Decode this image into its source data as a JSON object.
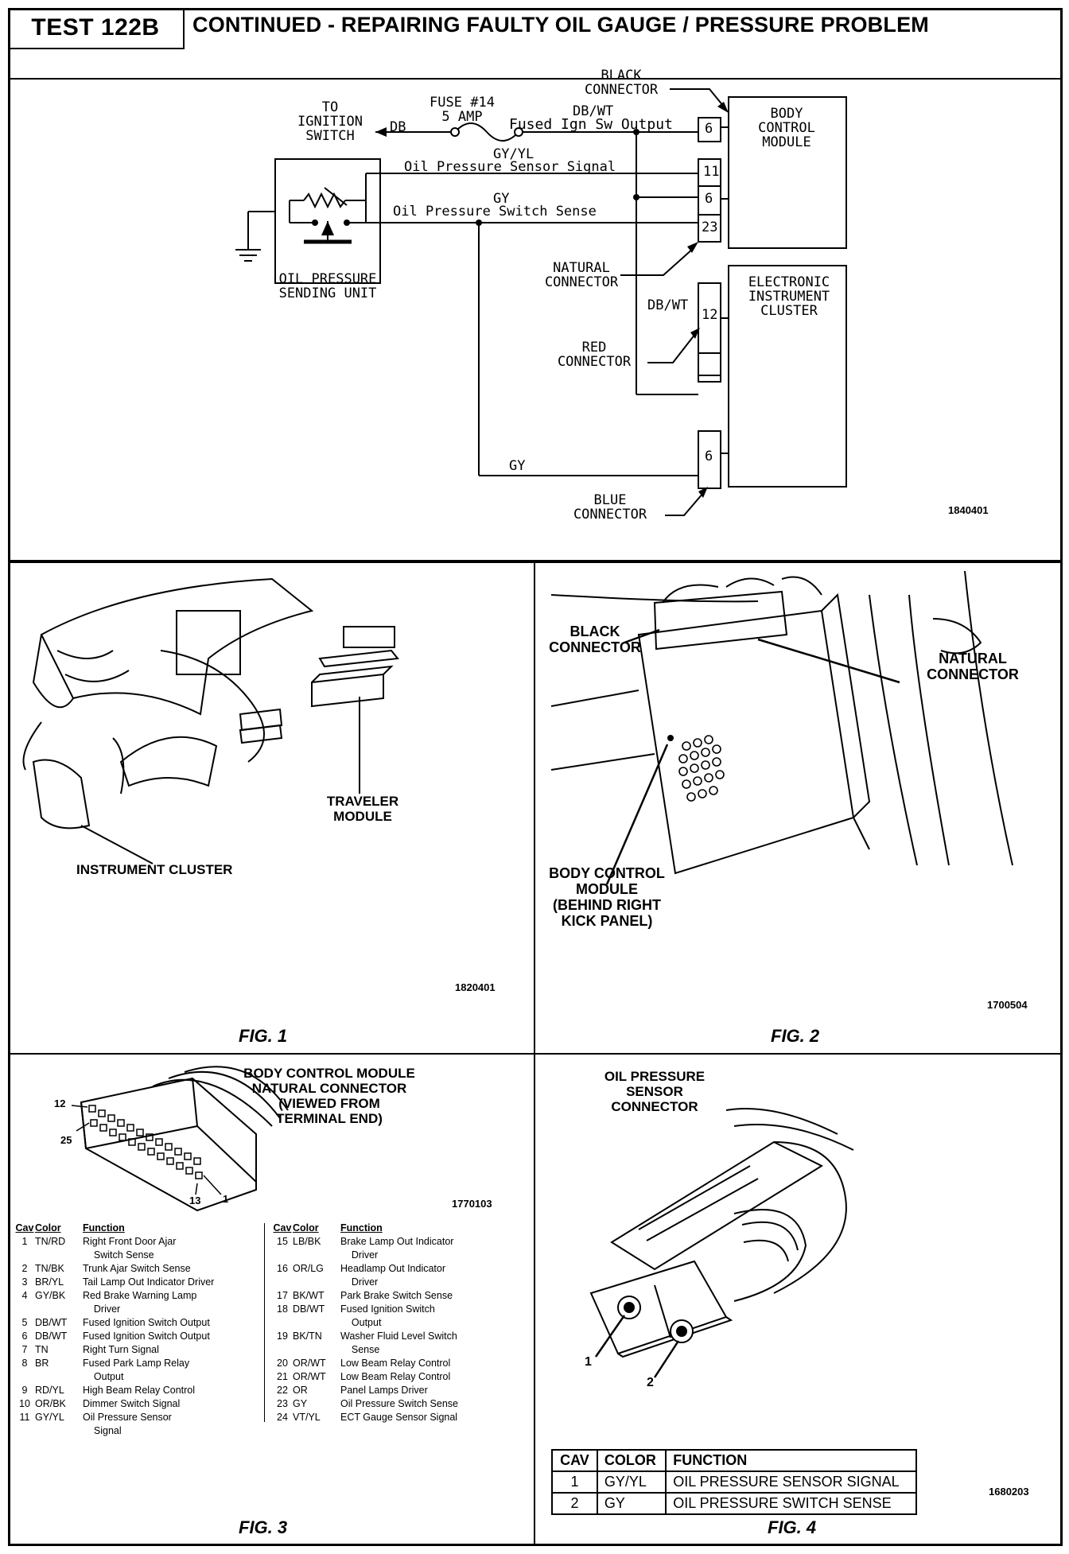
{
  "header": {
    "test_id": "TEST 122B",
    "title": "CONTINUED - REPAIRING FAULTY OIL GAUGE / PRESSURE PROBLEM"
  },
  "schematic": {
    "to_ignition_switch": [
      "TO",
      "IGNITION",
      "SWITCH"
    ],
    "db_label": "DB",
    "fuse": [
      "FUSE #14",
      "5 AMP"
    ],
    "black_connector": [
      "BLACK",
      "CONNECTOR"
    ],
    "db_wt_top": "DB/WT",
    "fused_output": "Fused Ign Sw Output",
    "gy_yl": "GY/YL",
    "oil_sensor_signal": "Oil Pressure Sensor Signal",
    "gy_mid": "GY",
    "oil_switch_sense": "Oil Pressure Switch Sense",
    "bcm": [
      "BODY",
      "CONTROL",
      "MODULE"
    ],
    "pin_6_top": "6",
    "pin_11": "11",
    "pin_6_mid": "6",
    "pin_23": "23",
    "natural_connector": [
      "NATURAL",
      "CONNECTOR"
    ],
    "oil_sending_unit": [
      "OIL PRESSURE",
      "SENDING UNIT"
    ],
    "eic": [
      "ELECTRONIC",
      "INSTRUMENT",
      "CLUSTER"
    ],
    "db_wt_eic": "DB/WT",
    "pin_12": "12",
    "red_connector": [
      "RED",
      "CONNECTOR"
    ],
    "gy_bottom": "GY",
    "pin_6_bottom": "6",
    "blue_connector": [
      "BLUE",
      "CONNECTOR"
    ],
    "ref": "1840401"
  },
  "fig1": {
    "caption": "FIG. 1",
    "traveler_module": [
      "TRAVELER",
      "MODULE"
    ],
    "instrument_cluster": "INSTRUMENT CLUSTER",
    "ref": "1820401"
  },
  "fig2": {
    "caption": "FIG. 2",
    "black_connector": [
      "BLACK",
      "CONNECTOR"
    ],
    "natural_connector": [
      "NATURAL",
      "CONNECTOR"
    ],
    "bcm_label": [
      "BODY CONTROL",
      "MODULE",
      "(BEHIND RIGHT",
      "KICK PANEL)"
    ],
    "ref": "1700504"
  },
  "fig3": {
    "caption": "FIG. 3",
    "title": [
      "BODY CONTROL MODULE",
      "NATURAL CONNECTOR",
      "(VIEWED FROM",
      "TERMINAL END)"
    ],
    "callout_12": "12",
    "callout_25": "25",
    "callout_13": "13",
    "callout_1": "1",
    "ref": "1770103",
    "headers": {
      "cav": "Cav",
      "color": "Color",
      "function": "Function"
    },
    "left_rows": [
      {
        "cav": "1",
        "color": "TN/RD",
        "function": "Right Front Door Ajar"
      },
      {
        "cav": "",
        "color": "",
        "function": "    Switch Sense"
      },
      {
        "cav": "2",
        "color": "TN/BK",
        "function": "Trunk Ajar Switch Sense"
      },
      {
        "cav": "3",
        "color": "BR/YL",
        "function": "Tail Lamp Out Indicator Driver"
      },
      {
        "cav": "4",
        "color": "GY/BK",
        "function": "Red Brake Warning Lamp"
      },
      {
        "cav": "",
        "color": "",
        "function": "    Driver"
      },
      {
        "cav": "5",
        "color": "DB/WT",
        "function": "Fused Ignition Switch Output"
      },
      {
        "cav": "6",
        "color": "DB/WT",
        "function": "Fused Ignition Switch Output"
      },
      {
        "cav": "7",
        "color": "TN",
        "function": "Right Turn Signal"
      },
      {
        "cav": "8",
        "color": "BR",
        "function": "Fused Park Lamp Relay"
      },
      {
        "cav": "",
        "color": "",
        "function": "    Output"
      },
      {
        "cav": "9",
        "color": "RD/YL",
        "function": "High Beam Relay Control"
      },
      {
        "cav": "10",
        "color": "OR/BK",
        "function": "Dimmer Switch Signal"
      },
      {
        "cav": "11",
        "color": "GY/YL",
        "function": "Oil Pressure Sensor"
      },
      {
        "cav": "",
        "color": "",
        "function": "    Signal"
      }
    ],
    "right_rows": [
      {
        "cav": "15",
        "color": "LB/BK",
        "function": "Brake Lamp Out Indicator"
      },
      {
        "cav": "",
        "color": "",
        "function": "    Driver"
      },
      {
        "cav": "16",
        "color": "OR/LG",
        "function": "Headlamp Out Indicator"
      },
      {
        "cav": "",
        "color": "",
        "function": "    Driver"
      },
      {
        "cav": "17",
        "color": "BK/WT",
        "function": "Park Brake Switch Sense"
      },
      {
        "cav": "18",
        "color": "DB/WT",
        "function": "Fused Ignition Switch"
      },
      {
        "cav": "",
        "color": "",
        "function": "    Output"
      },
      {
        "cav": "19",
        "color": "BK/TN",
        "function": "Washer Fluid Level Switch"
      },
      {
        "cav": "",
        "color": "",
        "function": "    Sense"
      },
      {
        "cav": "20",
        "color": "OR/WT",
        "function": "Low Beam Relay Control"
      },
      {
        "cav": "21",
        "color": "OR/WT",
        "function": "Low Beam Relay Control"
      },
      {
        "cav": "22",
        "color": "OR",
        "function": "Panel Lamps Driver"
      },
      {
        "cav": "23",
        "color": "GY",
        "function": "Oil Pressure Switch Sense"
      },
      {
        "cav": "24",
        "color": "VT/YL",
        "function": "ECT Gauge Sensor Signal"
      }
    ]
  },
  "fig4": {
    "caption": "FIG. 4",
    "title": [
      "OIL PRESSURE SENSOR",
      "CONNECTOR"
    ],
    "callout_1": "1",
    "callout_2": "2",
    "ref": "1680203",
    "headers": {
      "cav": "CAV",
      "color": "COLOR",
      "function": "FUNCTION"
    },
    "rows": [
      {
        "cav": "1",
        "color": "GY/YL",
        "function": "OIL PRESSURE SENSOR SIGNAL"
      },
      {
        "cav": "2",
        "color": "GY",
        "function": "OIL PRESSURE SWITCH SENSE"
      }
    ]
  }
}
